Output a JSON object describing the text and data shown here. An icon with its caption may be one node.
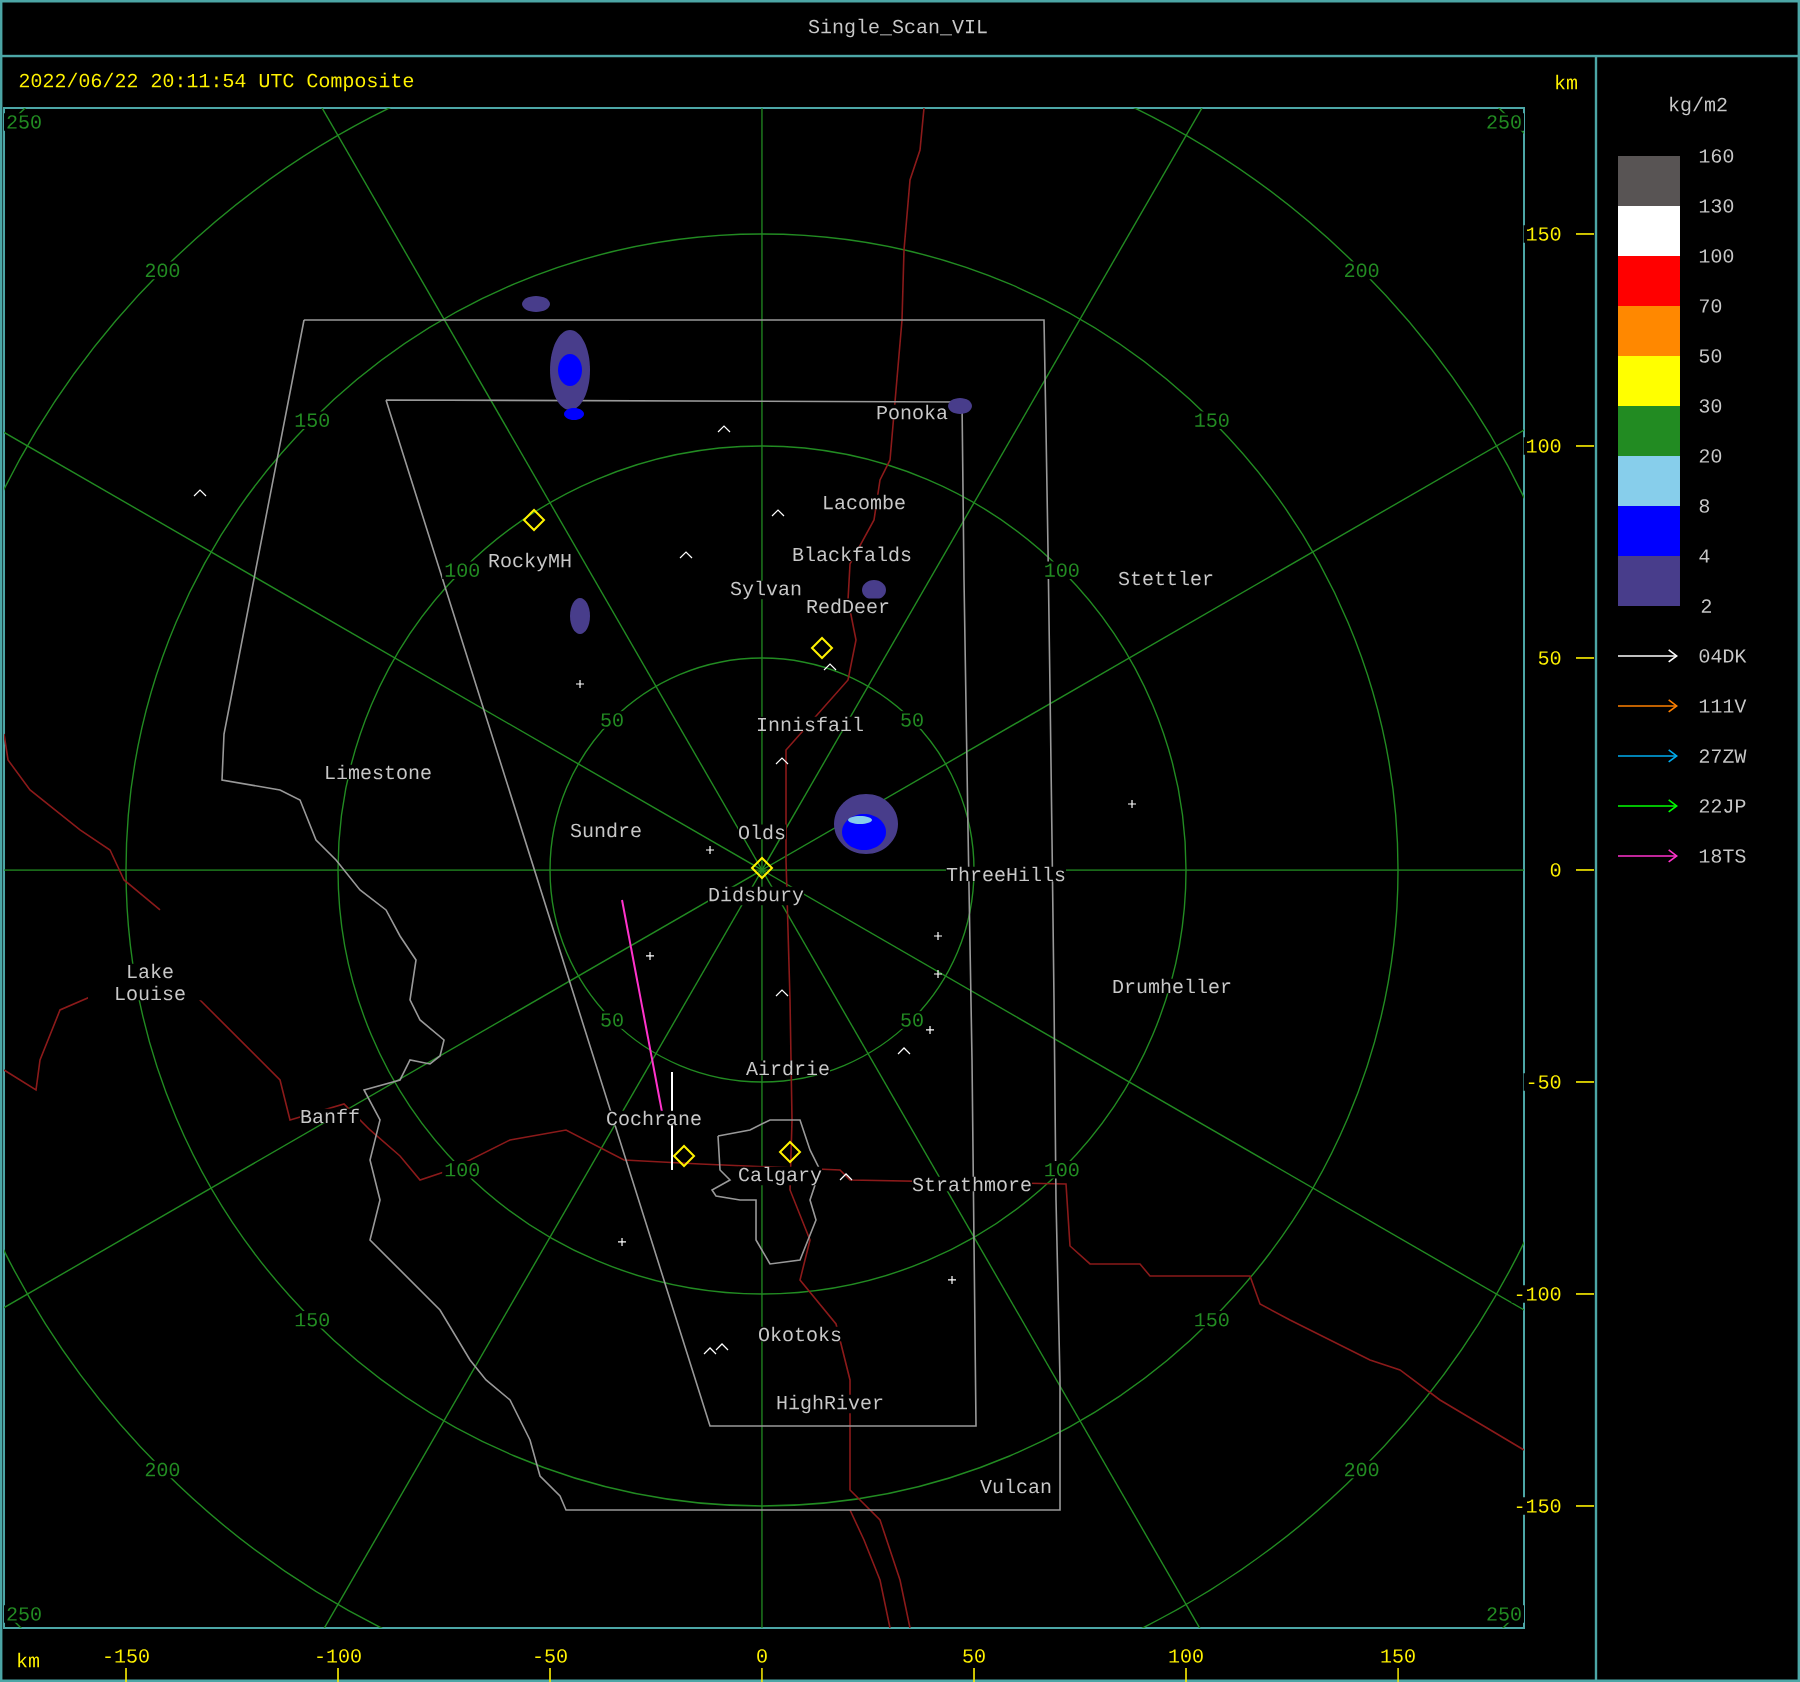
{
  "diagram": {
    "title": "Single_Scan_VIL",
    "labels": [
      "2022/06/22 20:11:54 UTC Composite",
      "km",
      "kg/m2",
      "2",
      "250",
      "250",
      "200",
      "200",
      "150",
      "150",
      "100",
      "100",
      "50",
      "50",
      "50",
      "50",
      "100",
      "100",
      "150",
      "150",
      "200",
      "200",
      "250",
      "250",
      "Ponoka",
      "Lacombe",
      "RockyMH",
      "Blackfalds",
      "Stettler",
      "Sylvan",
      "RedDeer",
      "Innisfail",
      "Limestone",
      "Sundre",
      "Olds",
      "ThreeHills",
      "Didsbury",
      "Lake Louise",
      "Drumheller",
      "Airdrie",
      "Banff",
      "Cochrane",
      "Calgary",
      "Strathmore",
      "Okotoks",
      "HighRiver",
      "Vulcan",
      "150",
      "100",
      "50",
      "0",
      "-50",
      "-100",
      "-150",
      "km",
      "-150",
      "-100",
      "-50",
      "0",
      "50",
      "100",
      "150"
    ],
    "legend": [
      {
        "text": "160",
        "color": "#585454"
      },
      {
        "text": "130",
        "color": "#ffffff"
      },
      {
        "text": "100",
        "color": "#ff0000"
      },
      {
        "text": "70",
        "color": "#ff8800"
      },
      {
        "text": "50",
        "color": "#ffff00"
      },
      {
        "text": "30",
        "color": "#228b22"
      },
      {
        "text": "20",
        "color": "#87ceeb"
      },
      {
        "text": "8",
        "color": "#0000ff"
      },
      {
        "text": "4",
        "color": "#483d8b"
      },
      {
        "text": "04DK"
      },
      {
        "text": "111V"
      },
      {
        "text": "27ZW"
      },
      {
        "text": "22JP"
      },
      {
        "text": "18TS"
      }
    ]
  }
}
